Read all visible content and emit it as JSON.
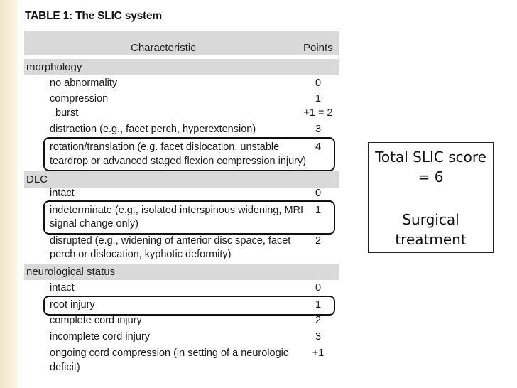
{
  "table": {
    "title_label": "TABLE 1:",
    "title_text": "The SLIC system",
    "header": {
      "characteristic": "Characteristic",
      "points": "Points"
    },
    "sections": [
      {
        "name": "morphology",
        "rows": [
          {
            "lines": [
              "no abnormality"
            ],
            "points": "0"
          },
          {
            "lines": [
              "compression"
            ],
            "points": "1"
          },
          {
            "lines": [
              "burst"
            ],
            "points": "+1 = 2"
          },
          {
            "lines": [
              "distraction (e.g., facet perch, hyperextension)"
            ],
            "points": "3"
          },
          {
            "lines": [
              "rotation/translation (e.g. facet dislocation, unstable",
              "teardrop or advanced staged flexion compression injury)"
            ],
            "points": "4"
          }
        ]
      },
      {
        "name": "DLC",
        "rows": [
          {
            "lines": [
              "intact"
            ],
            "points": "0"
          },
          {
            "lines": [
              "indeterminate (e.g., isolated interspinous widening, MRI",
              "signal change only)"
            ],
            "points": "1"
          },
          {
            "lines": [
              "disrupted (e.g., widening of anterior disc space, facet",
              "perch or dislocation, kyphotic deformity)"
            ],
            "points": "2"
          }
        ]
      },
      {
        "name": "neurological status",
        "rows": [
          {
            "lines": [
              "intact"
            ],
            "points": "0"
          },
          {
            "lines": [
              "root injury"
            ],
            "points": "1"
          },
          {
            "lines": [
              "complete cord injury"
            ],
            "points": "2"
          },
          {
            "lines": [
              "incomplete cord injury"
            ],
            "points": "3"
          },
          {
            "lines": [
              "ongoing cord compression (in setting of a neurologic",
              "deficit)"
            ],
            "points": "+1"
          }
        ]
      }
    ]
  },
  "summary": {
    "line1": "Total SLIC score",
    "line2": "= 6",
    "line3": "Surgical",
    "line4": "treatment"
  }
}
